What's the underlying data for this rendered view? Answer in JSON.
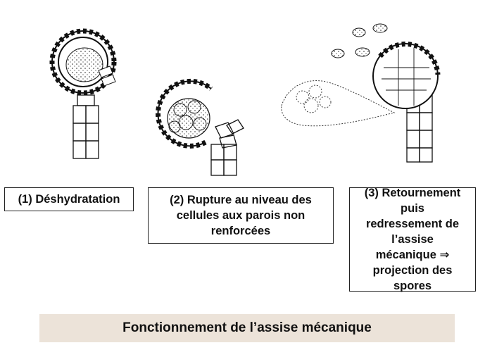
{
  "stages": [
    {
      "number": "(1)",
      "label": "(1) Déshydratation"
    },
    {
      "number": "(2)",
      "label": "(2) Rupture au niveau des cellules aux parois non renforcées"
    },
    {
      "number": "(3)",
      "label": "(3) Retournement puis redressement de l’assise mécanique ⇒ projection des spores"
    }
  ],
  "caption": "Fonctionnement de l’assise mécanique"
}
